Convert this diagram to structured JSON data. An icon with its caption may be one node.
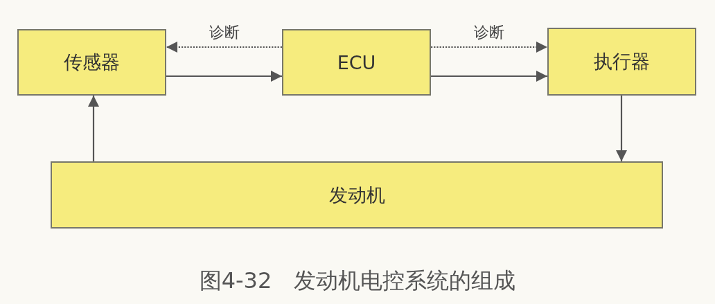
{
  "diagram": {
    "caption": "图4-32　发动机电控系统的组成",
    "nodes": [
      {
        "text": [
          "传感器"
        ]
      },
      {
        "text": [
          "ECU"
        ]
      },
      {
        "text": [
          "执行器"
        ]
      },
      {
        "text": [
          "发动机"
        ]
      }
    ],
    "edges": [
      {
        "from": 1,
        "to": 0,
        "arrow": "to",
        "label": "诊断",
        "style": "dashed"
      },
      {
        "from": 1,
        "to": 2,
        "arrow": "to",
        "label": "诊断",
        "style": "dashed"
      },
      {
        "from": 0,
        "to": 1,
        "arrow": "to"
      },
      {
        "from": 1,
        "to": 2,
        "arrow": "to"
      },
      {
        "from": 2,
        "to": 3,
        "arrow": "to"
      },
      {
        "from": 3,
        "to": 0,
        "arrow": "to"
      }
    ]
  }
}
